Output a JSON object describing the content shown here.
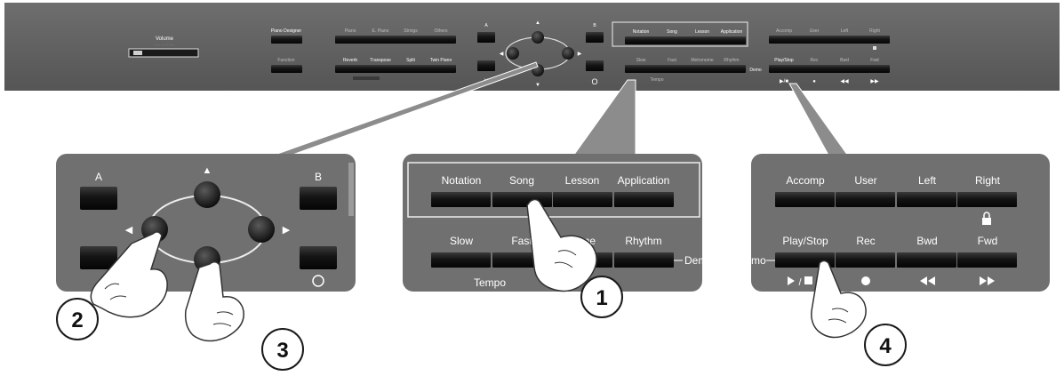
{
  "panel": {
    "volume_label": "Volume",
    "top_buttons": {
      "piano_designer": "Piano Designer",
      "function": "Function",
      "piano": "Piano",
      "e_piano": "E. Piano",
      "strings": "Strings",
      "others": "Others",
      "reverb": "Reverb",
      "transpose": "Transpose",
      "split": "Split",
      "twin_piano": "Twin Piano",
      "a": "A",
      "b": "B",
      "x_mark": "×",
      "o_mark": "O",
      "notation": "Notation",
      "song": "Song",
      "lesson": "Lesson",
      "application": "Application",
      "slow": "Slow",
      "fast": "Fast",
      "metronome": "Metronome",
      "rhythm": "Rhythm",
      "tempo": "Tempo",
      "demo": "Demo",
      "accomp": "Accomp",
      "user": "User",
      "left": "Left",
      "right": "Right",
      "play_stop": "Play/Stop",
      "rec": "Rec",
      "bwd": "Bwd",
      "fwd": "Fwd"
    }
  },
  "zoom_left": {
    "a": "A",
    "b": "B"
  },
  "zoom_center": {
    "notation": "Notation",
    "song": "Song",
    "lesson": "Lesson",
    "application": "Application",
    "slow": "Slow",
    "fast": "Fast",
    "metronome_partial": "nome",
    "rhythm": "Rhythm",
    "tempo": "Tempo",
    "demo_partial": "Dem"
  },
  "zoom_right": {
    "accomp": "Accomp",
    "user": "User",
    "left": "Left",
    "right": "Right",
    "play_stop": "Play/Stop",
    "rec": "Rec",
    "bwd": "Bwd",
    "fwd": "Fwd",
    "demo_partial": "mo"
  },
  "steps": [
    "1",
    "2",
    "3",
    "4"
  ]
}
